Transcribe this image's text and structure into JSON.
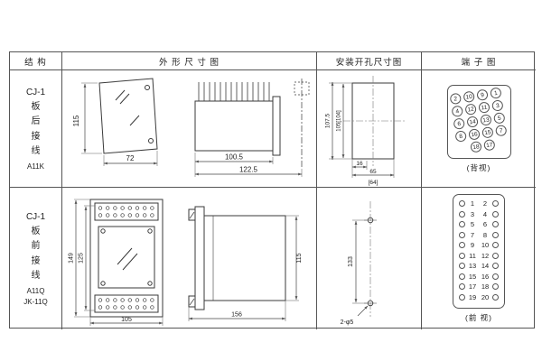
{
  "page": {
    "background": "#ffffff",
    "line_color": "#555555"
  },
  "table": {
    "headers": [
      "结 构",
      "外 形 尺 寸 图",
      "安装开孔尺寸图",
      "端 子 图"
    ]
  },
  "row1": {
    "structure": {
      "model": "CJ-1",
      "wiring": [
        "板",
        "后",
        "接",
        "线"
      ],
      "code": "A11K"
    },
    "outline": {
      "side_height": "115",
      "side_width": "72",
      "case_width": "100.5",
      "total_depth": "122.5"
    },
    "mounting": {
      "vertical_outer": "107.5",
      "vertical_inner": "105[104]",
      "horizontal_small": "16",
      "horizontal_case": "65",
      "horizontal_alt": "[64]"
    },
    "terminal": {
      "rows": [
        [
          2,
          10,
          9,
          1
        ],
        [
          4,
          12,
          11,
          3
        ],
        [
          6,
          14,
          13,
          5
        ],
        [
          8,
          16,
          15,
          7
        ],
        [
          18,
          17
        ]
      ],
      "caption": "(背视)"
    }
  },
  "row2": {
    "structure": {
      "model": "CJ-1",
      "wiring": [
        "板",
        "前",
        "接",
        "线"
      ],
      "code1": "A11Q",
      "code2": "JK-11Q"
    },
    "outline": {
      "front_height": "149",
      "window_height": "125",
      "front_width": "105",
      "side_depth": "156",
      "side_height": "115"
    },
    "mounting": {
      "hole_spacing": "133",
      "hole_note": "2-φ5"
    },
    "terminal": {
      "pairs": [
        [
          1,
          2
        ],
        [
          3,
          4
        ],
        [
          5,
          6
        ],
        [
          7,
          8
        ],
        [
          9,
          10
        ],
        [
          11,
          12
        ],
        [
          13,
          14
        ],
        [
          15,
          16
        ],
        [
          17,
          18
        ],
        [
          19,
          20
        ]
      ],
      "caption": "(前 视)"
    }
  }
}
